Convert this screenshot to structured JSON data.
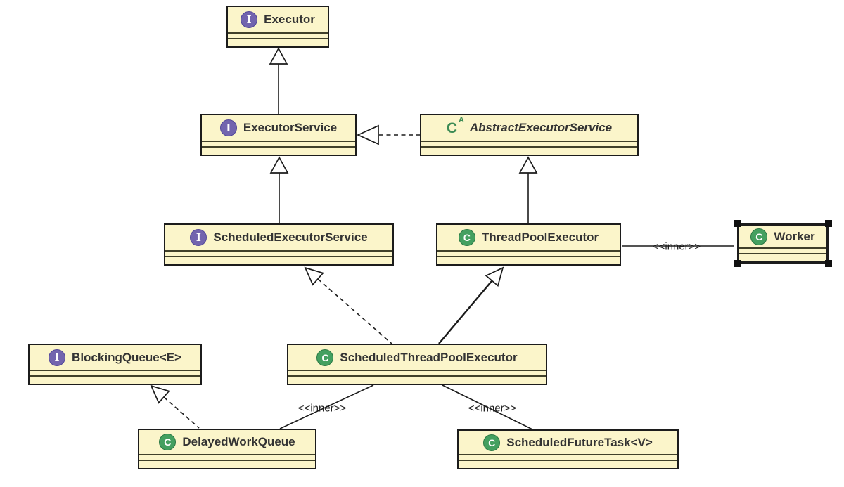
{
  "diagram_title": "Java Executor framework UML class diagram",
  "colors": {
    "node_fill": "#FBF5CA",
    "node_border": "#1c1c1c",
    "interface_icon_bg": "#7264AE",
    "class_icon_bg": "#44A060",
    "abstract_icon_color": "#3C8B54",
    "title_text": "#333333"
  },
  "icons": {
    "interface_letter": "I",
    "class_letter": "C",
    "abstract_letter": "C",
    "abstract_superscript": "A"
  },
  "nodes": [
    {
      "label": "Executor",
      "kind": "interface"
    },
    {
      "label": "ExecutorService",
      "kind": "interface"
    },
    {
      "label": "AbstractExecutorService",
      "kind": "abstract-class"
    },
    {
      "label": "ScheduledExecutorService",
      "kind": "interface"
    },
    {
      "label": "ThreadPoolExecutor",
      "kind": "class"
    },
    {
      "label": "Worker",
      "kind": "class",
      "selected": true
    },
    {
      "label": "BlockingQueue<E>",
      "kind": "interface"
    },
    {
      "label": "ScheduledThreadPoolExecutor",
      "kind": "class"
    },
    {
      "label": "DelayedWorkQueue",
      "kind": "class"
    },
    {
      "label": "ScheduledFutureTask<V>",
      "kind": "class"
    }
  ],
  "edges": [
    {
      "from": "ExecutorService",
      "to": "Executor",
      "type": "extends",
      "label": ""
    },
    {
      "from": "AbstractExecutorService",
      "to": "ExecutorService",
      "type": "implements",
      "label": ""
    },
    {
      "from": "ScheduledExecutorService",
      "to": "ExecutorService",
      "type": "extends",
      "label": ""
    },
    {
      "from": "ThreadPoolExecutor",
      "to": "AbstractExecutorService",
      "type": "extends",
      "label": ""
    },
    {
      "from": "ThreadPoolExecutor",
      "to": "Worker",
      "type": "inner",
      "label": "<<inner>>"
    },
    {
      "from": "ScheduledThreadPoolExecutor",
      "to": "ScheduledExecutorService",
      "type": "implements",
      "label": ""
    },
    {
      "from": "ScheduledThreadPoolExecutor",
      "to": "ThreadPoolExecutor",
      "type": "extends",
      "label": ""
    },
    {
      "from": "DelayedWorkQueue",
      "to": "BlockingQueue<E>",
      "type": "implements",
      "label": ""
    },
    {
      "from": "ScheduledThreadPoolExecutor",
      "to": "DelayedWorkQueue",
      "type": "inner",
      "label": "<<inner>>"
    },
    {
      "from": "ScheduledThreadPoolExecutor",
      "to": "ScheduledFutureTask<V>",
      "type": "inner",
      "label": "<<inner>>"
    }
  ]
}
